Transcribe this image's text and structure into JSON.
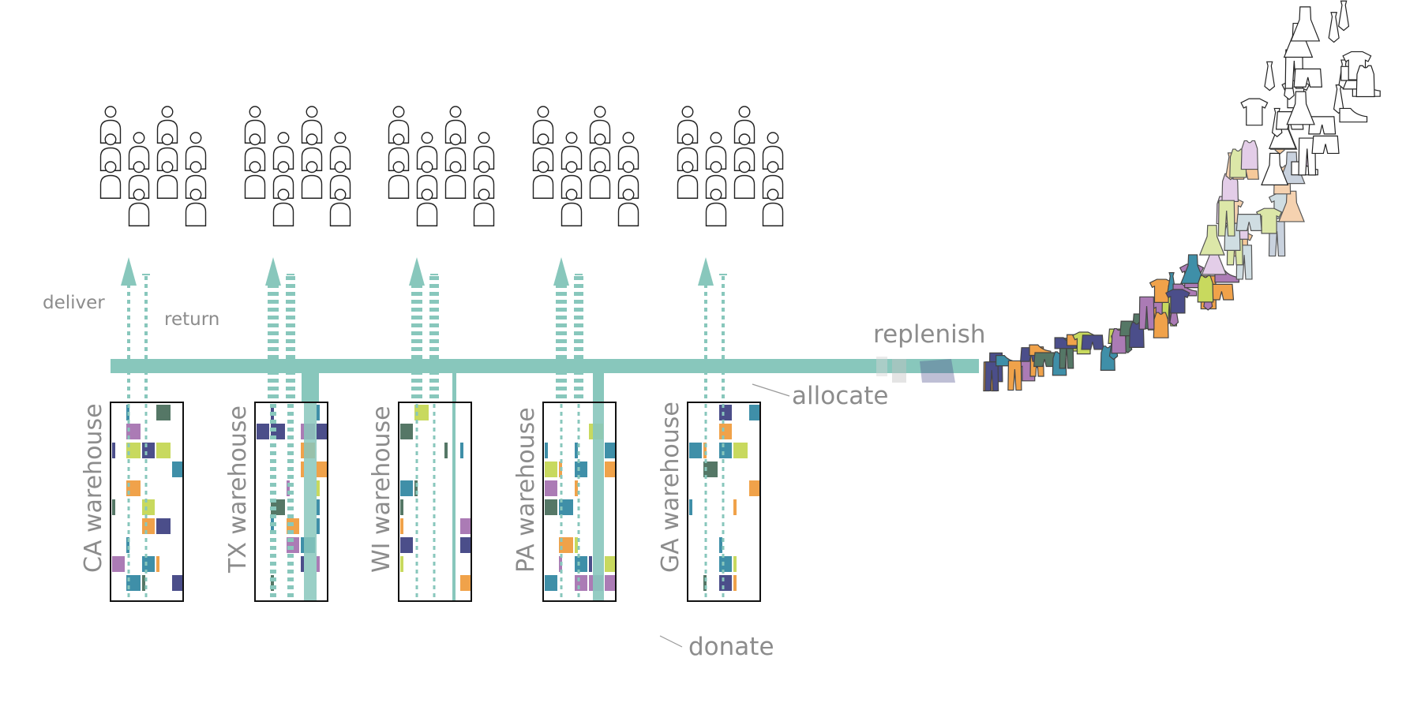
{
  "labels": {
    "deliver": "deliver",
    "return": "return",
    "replenish": "replenish",
    "allocate": "allocate",
    "donate": "donate"
  },
  "warehouses": [
    {
      "name": "CA warehouse",
      "heavy_flow": false
    },
    {
      "name": "TX warehouse",
      "heavy_flow": true
    },
    {
      "name": "WI warehouse",
      "heavy_flow": false
    },
    {
      "name": "PA warehouse",
      "heavy_flow": false
    },
    {
      "name": "GA warehouse",
      "heavy_flow": false
    }
  ],
  "colors": {
    "flow": "#88c7bc",
    "label": "#8c8c8c",
    "outline": "#222222",
    "palette": [
      "#f0a24a",
      "#4b4e8a",
      "#3f8fa8",
      "#c8d95e",
      "#ab7bb5",
      "#557766"
    ],
    "pale_palette": [
      "#f6c99a",
      "#e3cde8",
      "#cfdde2",
      "#dce7a8",
      "#f5d2b0",
      "#c9d2de"
    ]
  },
  "icons": {
    "customer": "person-icon",
    "clothing": [
      "shirt-icon",
      "pants-icon",
      "dress-icon",
      "shoe-icon",
      "tie-icon",
      "shorts-icon",
      "tank-top-icon"
    ]
  }
}
